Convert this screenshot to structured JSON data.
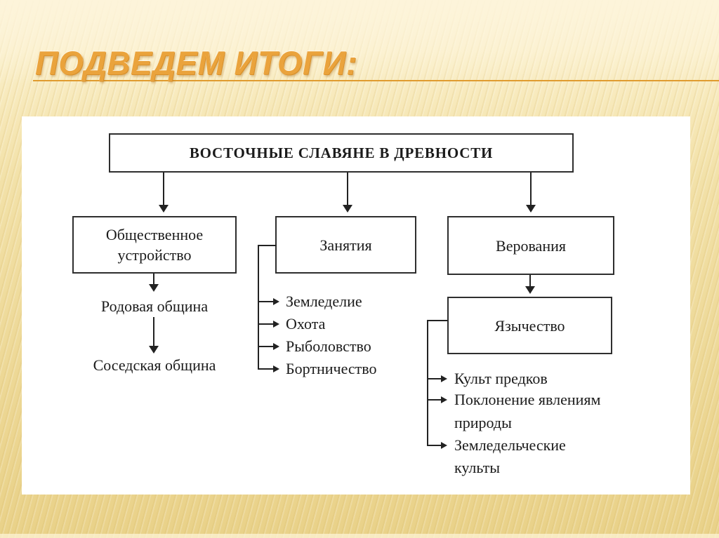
{
  "slide": {
    "title": "ПОДВЕДЕМ ИТОГИ:",
    "accent_color": "#EAA33C",
    "underline_color": "#E09B2F",
    "background_top_color": "#FCF3D6",
    "background_bottom_color": "#E9D289",
    "panel_color": "#FFFFFF",
    "diagram_text_color": "#1B1B1B"
  },
  "diagram": {
    "root_label": "ВОСТОЧНЫЕ СЛАВЯНЕ В ДРЕВНОСТИ",
    "social": {
      "box_label": "Общественное устройство",
      "chain": [
        "Родовая община",
        "Соседская община"
      ]
    },
    "occupations": {
      "box_label": "Занятия",
      "items": [
        "Земледелие",
        "Охота",
        "Рыболовство",
        "Бортничество"
      ]
    },
    "beliefs": {
      "box_label": "Верования",
      "sub_box_label": "Язычество",
      "items": [
        "Культ предков",
        "Поклонение явлениям природы",
        "Земледельческие культы"
      ]
    }
  }
}
